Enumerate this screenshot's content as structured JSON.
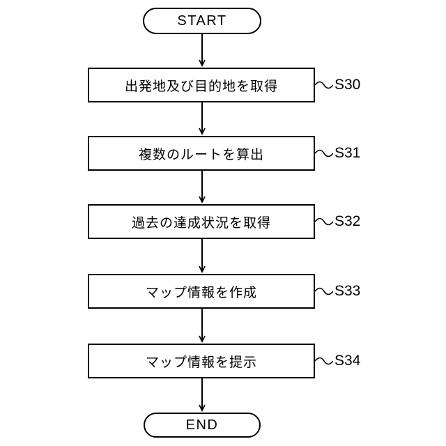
{
  "diagram": {
    "type": "flowchart",
    "start_label": "START",
    "end_label": "END",
    "steps": [
      {
        "label": "出発地及び目的地を取得",
        "ref": "S30"
      },
      {
        "label": "複数のルートを算出",
        "ref": "S31"
      },
      {
        "label": "過去の達成状況を取得",
        "ref": "S32"
      },
      {
        "label": "マップ情報を作成",
        "ref": "S33"
      },
      {
        "label": "マップ情報を提示",
        "ref": "S34"
      }
    ],
    "colors": {
      "line": "#000000",
      "background": "#ffffff"
    }
  }
}
